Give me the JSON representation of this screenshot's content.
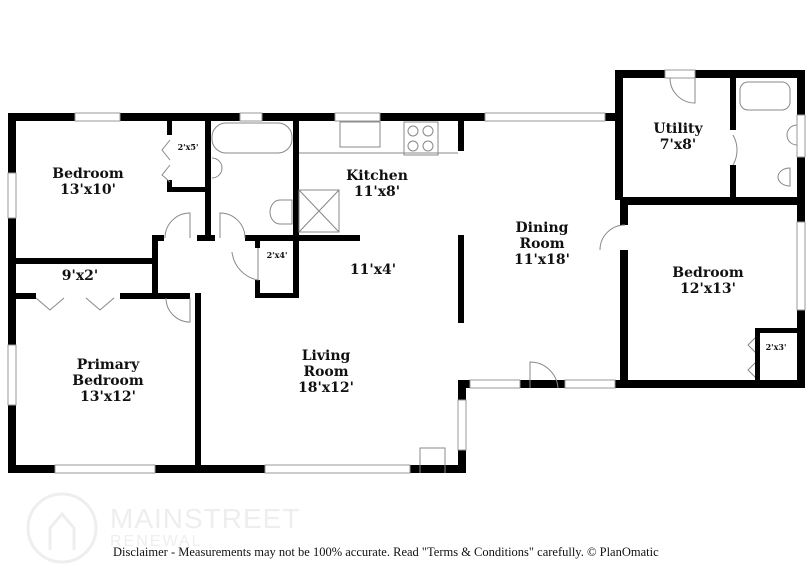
{
  "rooms": {
    "bedroom1": {
      "name": "Bedroom",
      "size": "13'x10'"
    },
    "closet1": {
      "size": "2'x5'"
    },
    "kitchen": {
      "name": "Kitchen",
      "size": "11'x8'"
    },
    "closet2": {
      "size": "2'x4'"
    },
    "nook": {
      "size": "11'x4'"
    },
    "hall_closet": {
      "size": "9'x2'"
    },
    "primary": {
      "name1": "Primary",
      "name2": "Bedroom",
      "size": "13'x12'"
    },
    "living": {
      "name1": "Living",
      "name2": "Room",
      "size": "18'x12'"
    },
    "dining": {
      "name1": "Dining",
      "name2": "Room",
      "size": "11'x18'"
    },
    "utility": {
      "name": "Utility",
      "size": "7'x8'"
    },
    "bedroom2": {
      "name": "Bedroom",
      "size": "12'x13'"
    },
    "closet3": {
      "size": "2'x3'"
    }
  },
  "watermark": {
    "line1": "MAINSTREET",
    "line2": "RENEWAL"
  },
  "disclaimer": "Disclaimer - Measurements may not be 100% accurate. Read \"Terms & Conditions\" carefully. © PlanOmatic"
}
